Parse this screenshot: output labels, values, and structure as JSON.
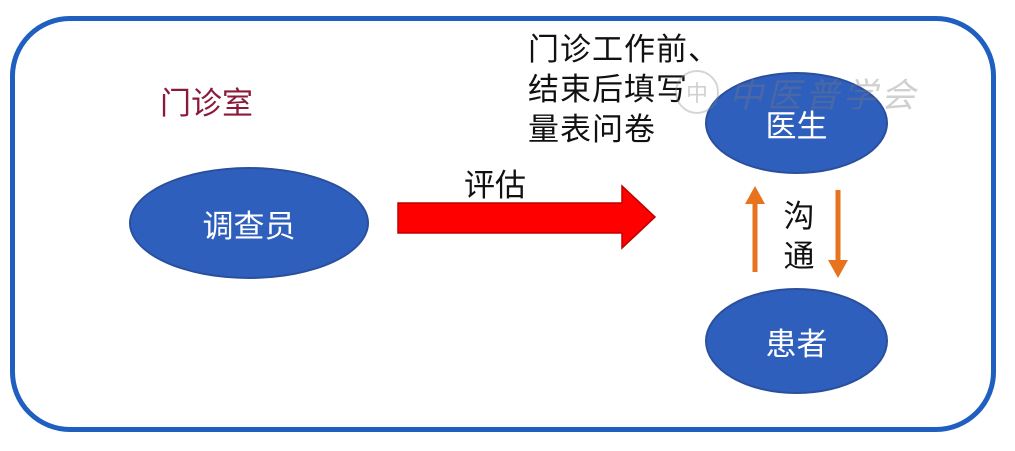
{
  "room": {
    "label": "门诊室"
  },
  "nodes": {
    "surveyor": "调查员",
    "doctor": "医生",
    "patient": "患者"
  },
  "note": {
    "lines": [
      "门诊工作前、",
      "结束后填写",
      "量表问卷"
    ]
  },
  "edges": {
    "evaluate": "评估",
    "communicate_line1": "沟",
    "communicate_line2": "通"
  },
  "watermark": {
    "seal_char": "中",
    "text": "中医普学会"
  },
  "colors": {
    "frame": "#1f5fbf",
    "ellipse_fill": "#2f5fbd",
    "room_label": "#8b1a3a",
    "big_arrow": "#ff0000",
    "comm_arrows": "#e8731f"
  }
}
